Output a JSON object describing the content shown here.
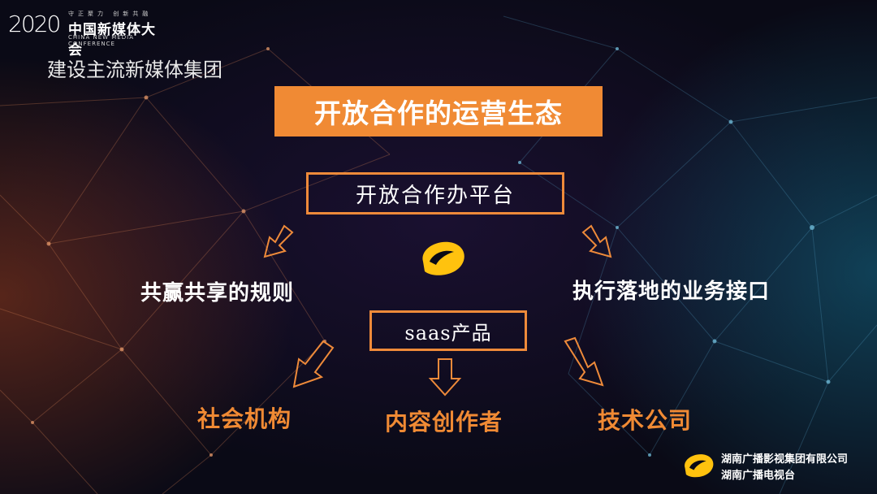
{
  "conference": {
    "year": "2020",
    "motto": "守正聚力 创新共融",
    "name": "中国新媒体大会",
    "name_en": "CHINA NEW MEDIA CONFERENCE"
  },
  "subtitle": "建设主流新媒体集团",
  "title": "开放合作的运营生态",
  "platform": "开放合作办平台",
  "left_branch": "共赢共享的规则",
  "right_branch": "执行落地的业务接口",
  "product": "saas产品",
  "targets": {
    "social": "社会机构",
    "creators": "内容创作者",
    "tech": "技术公司"
  },
  "footer_logo": {
    "line1": "湖南广播影视集团有限公司",
    "line2": "湖南广播电视台"
  },
  "colors": {
    "accent": "#f08a34",
    "logo_yellow": "#ffc20e",
    "text": "#ffffff"
  },
  "icons": [
    "mango-logo-icon",
    "down-arrow-icon"
  ]
}
